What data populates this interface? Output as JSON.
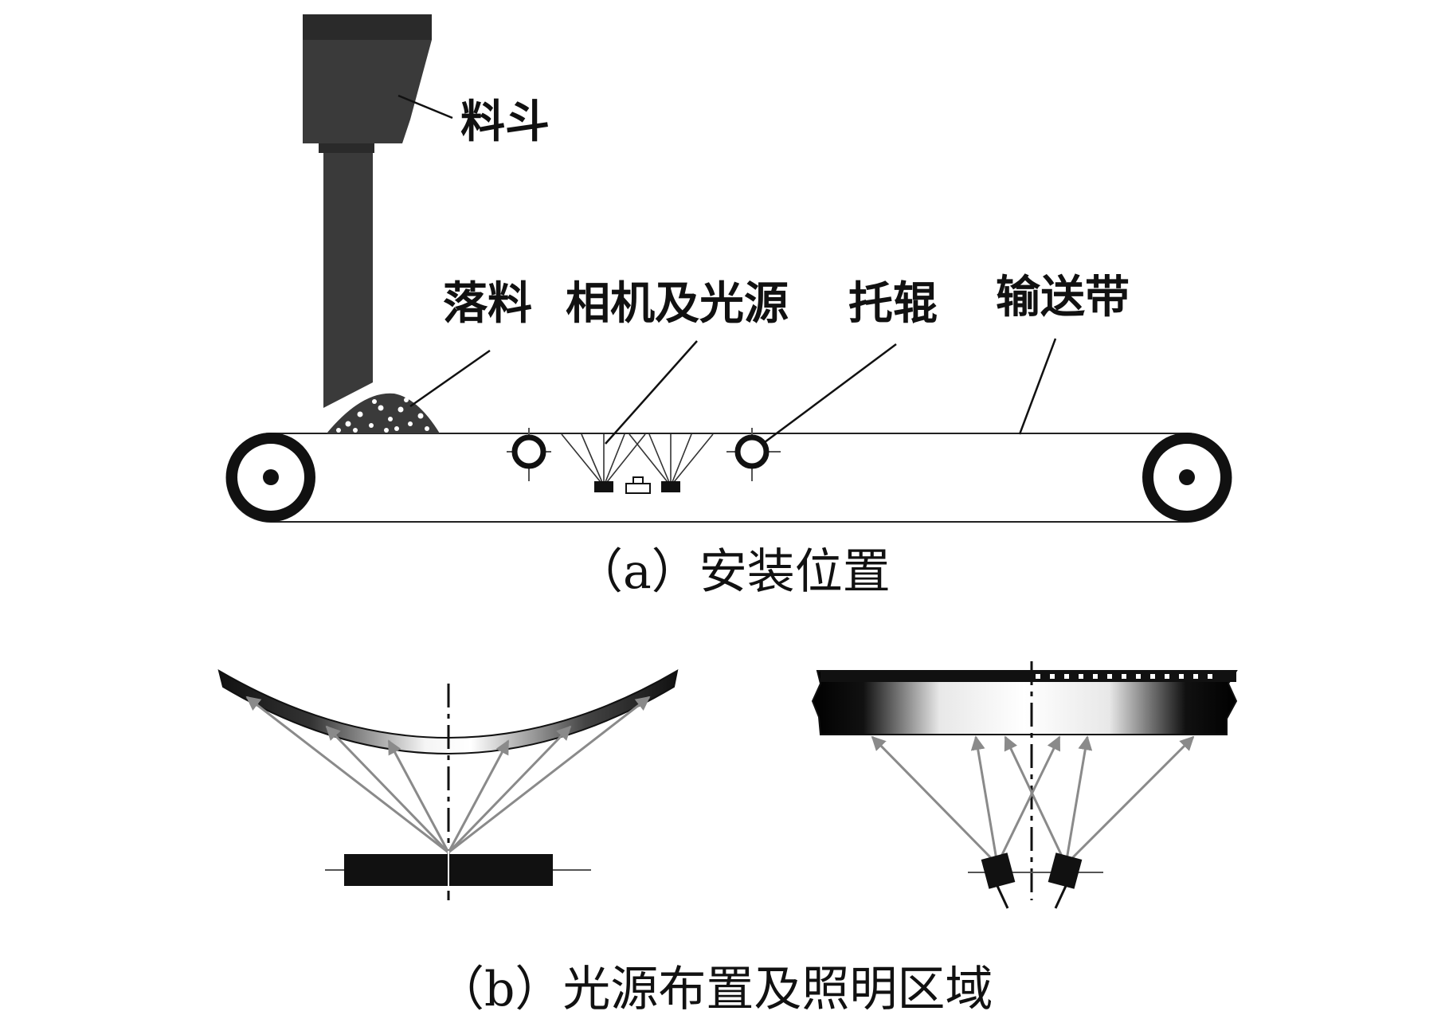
{
  "labels": {
    "hopper": "料斗",
    "falling_material": "落料",
    "camera_light": "相机及光源",
    "idler": "托辊",
    "conveyor_belt": "输送带"
  },
  "captions": {
    "a": "（a）安装位置",
    "b": "（b）光源布置及照明区域"
  }
}
